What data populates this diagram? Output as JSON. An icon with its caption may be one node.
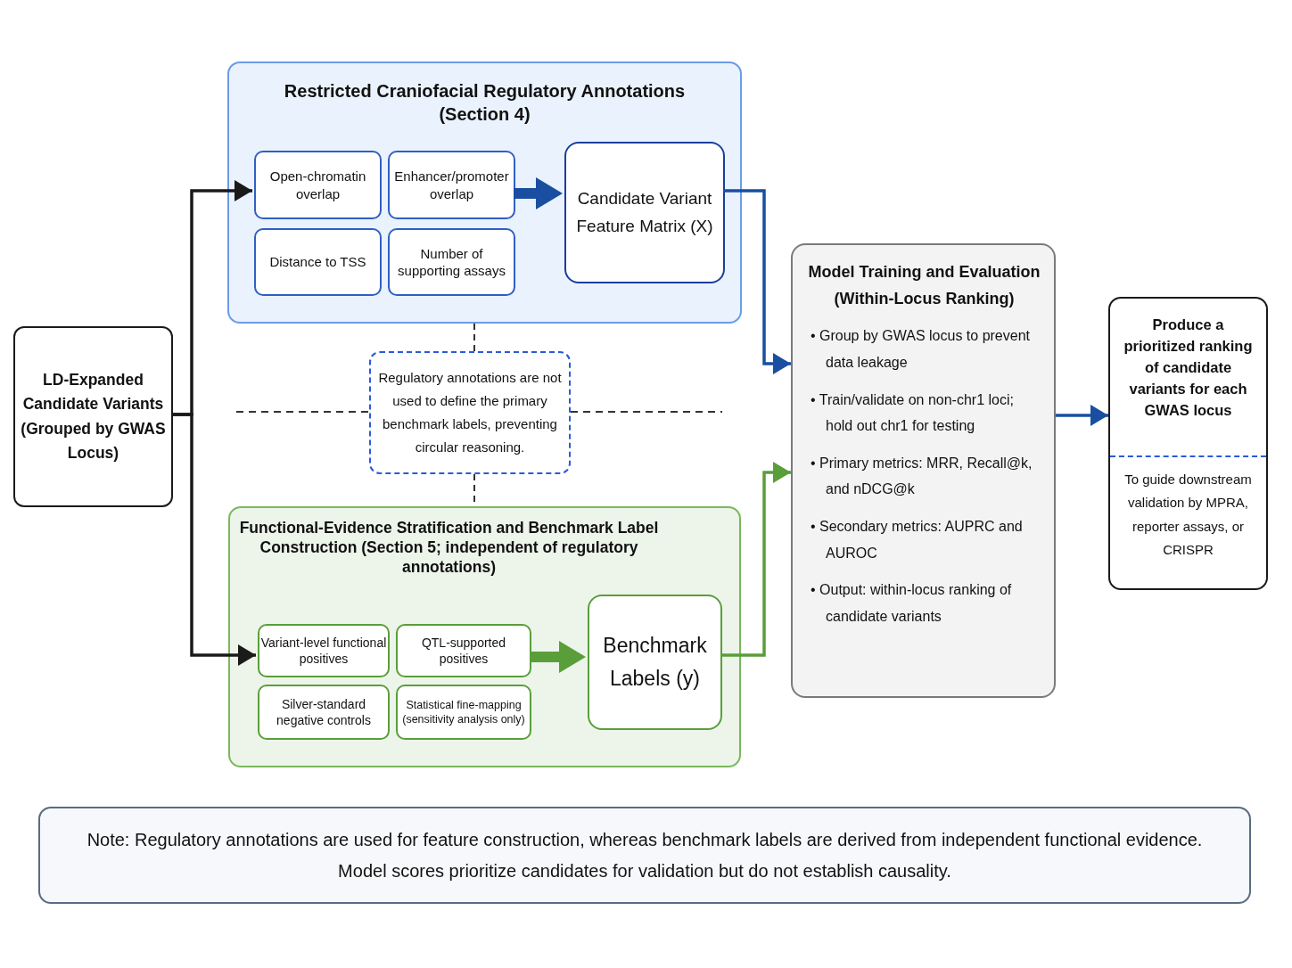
{
  "diagram": {
    "nodes": [
      {
        "text": [
          "LD-Expanded Candidate Variants (Grouped by GWAS Locus)"
        ]
      },
      {
        "text": [
          "Restricted Craniofacial Regulatory Annotations (Section 4)"
        ]
      },
      {
        "text": [
          "Open-chromatin overlap"
        ],
        "in": 1
      },
      {
        "text": [
          "Enhancer/promoter overlap"
        ],
        "in": 1
      },
      {
        "text": [
          "Distance to TSS"
        ],
        "in": 1
      },
      {
        "text": [
          "Number of supporting assays"
        ],
        "in": 1
      },
      {
        "text": [
          "Candidate Variant Feature Matrix (X)"
        ],
        "in": 1
      },
      {
        "text": [
          "Regulatory annotations are not used to define the primary benchmark labels, preventing circular reasoning."
        ]
      },
      {
        "text": [
          "Functional-Evidence Stratification and Benchmark Label Construction (Section 5; independent of regulatory annotations)"
        ]
      },
      {
        "text": [
          "Variant-level functional positives"
        ],
        "in": 8
      },
      {
        "text": [
          "QTL-supported positives"
        ],
        "in": 8
      },
      {
        "text": [
          "Silver-standard negative controls"
        ],
        "in": 8
      },
      {
        "text": [
          "Statistical fine-mapping (sensitivity analysis only)"
        ],
        "in": 8
      },
      {
        "text": [
          "Benchmark Labels (y)"
        ],
        "in": 8
      },
      {
        "text": [
          "Model Training and Evaluation (Within-Locus Ranking)",
          "• Group by GWAS locus to prevent data leakage",
          "• Train/validate on non-chr1 loci; hold out chr1 for testing",
          "• Primary metrics:  MRR, Recall@k, and nDCG@k",
          "• Secondary metrics: AUPRC and AUROC",
          "• Output: within-locus ranking of candidate variants"
        ]
      },
      {
        "text": [
          "Produce a prioritized ranking of candidate variants for each GWAS locus",
          "To guide downstream validation by MPRA, reporter assays, or CRISPR"
        ]
      },
      {
        "text": [
          "Note:  Regulatory annotations are used for feature construction, whereas benchmark labels are derived from independent functional evidence. Model scores prioritize candidates for validation but do not establish causality."
        ]
      }
    ],
    "edges": [
      {
        "from": 0,
        "to": 2,
        "arrow": "to",
        "color": "#1a1a1a"
      },
      {
        "from": 0,
        "to": 9,
        "arrow": "to",
        "color": "#1a1a1a"
      },
      {
        "from": 3,
        "to": 6,
        "arrow": "to",
        "style": "thick",
        "color": "#1a4ea0"
      },
      {
        "from": 6,
        "to": 14,
        "arrow": "to",
        "color": "#1a4ea0"
      },
      {
        "from": 10,
        "to": 13,
        "arrow": "to",
        "style": "thick",
        "color": "#5a9e3a"
      },
      {
        "from": 13,
        "to": 14,
        "arrow": "to",
        "color": "#5a9e3a"
      },
      {
        "from": 14,
        "to": 15,
        "arrow": "to",
        "color": "#1a4ea0"
      },
      {
        "from": 1,
        "to": 7,
        "arrow": "none",
        "style": "dashed",
        "color": "#333333"
      },
      {
        "from": 7,
        "to": 8,
        "arrow": "none",
        "style": "dashed",
        "color": "#333333"
      }
    ]
  }
}
